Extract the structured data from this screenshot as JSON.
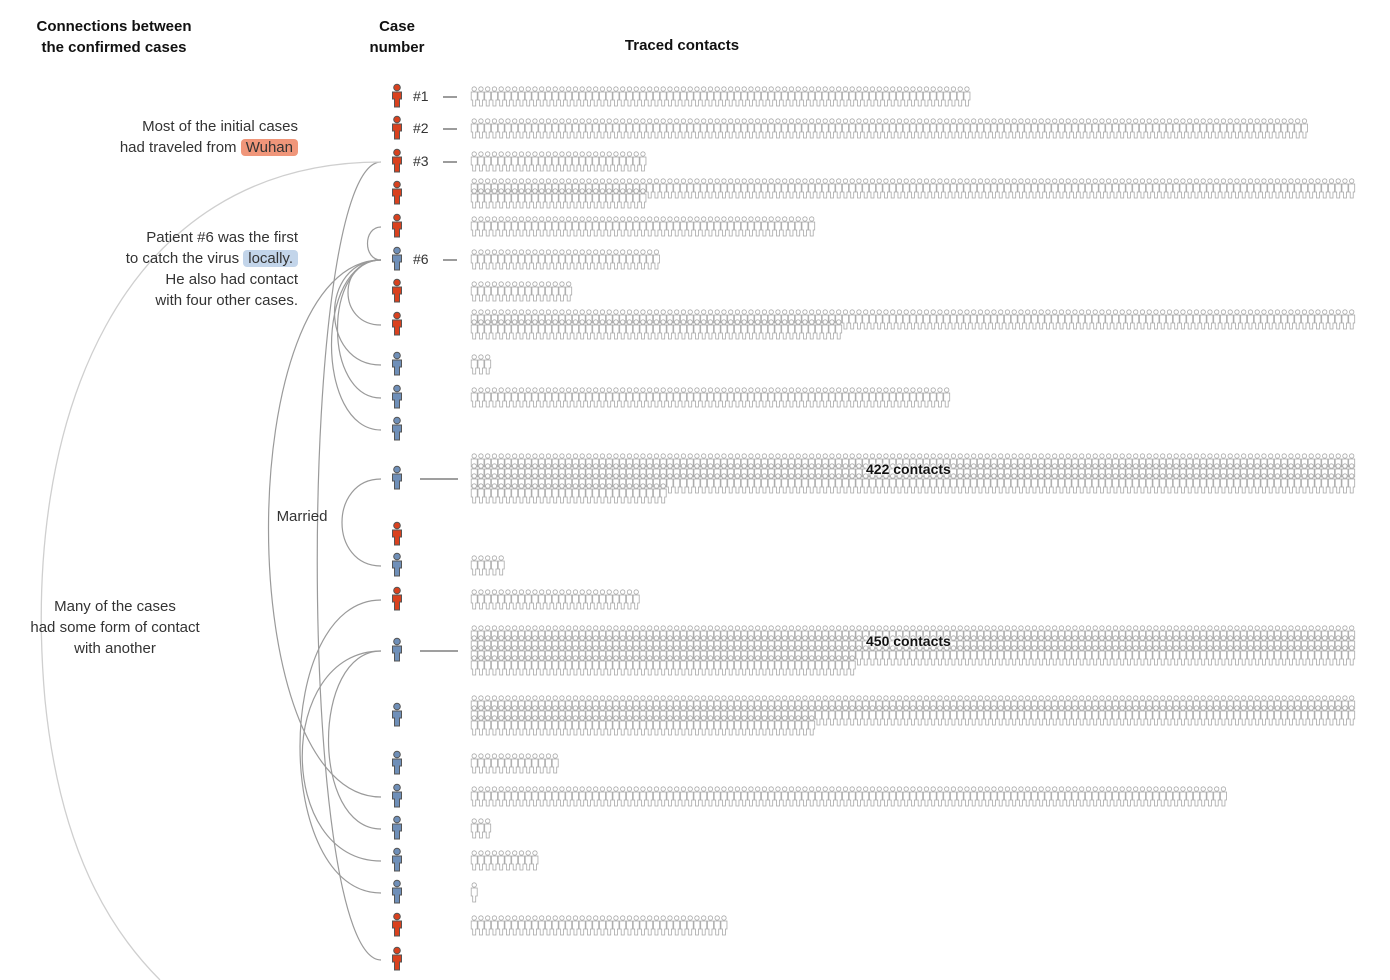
{
  "headers": {
    "connections_line1": "Connections between",
    "connections_line2": "the confirmed cases",
    "case_line1": "Case",
    "case_line2": "number",
    "traced": "Traced contacts"
  },
  "annotations": {
    "initial_line1": "Most of the initial cases",
    "initial_line2": "had traveled from",
    "initial_highlight": "Wuhan",
    "local_line1": "Patient #6 was the first",
    "local_line2": "to catch the virus",
    "local_highlight": "locally.",
    "local_line3": "He also had contact",
    "local_line4": "with four other cases.",
    "married": "Married",
    "many_line1": "Many of the cases",
    "many_line2": "had some form of contact",
    "many_line3": "with another"
  },
  "colors": {
    "imported": "#d9411e",
    "local": "#6f8fb8",
    "contact_outline": "#a8a8a8",
    "line": "#9a9a9a"
  },
  "chart_data": {
    "type": "pictogram",
    "cases": [
      {
        "label": "#1",
        "origin": "imported",
        "contacts": 74
      },
      {
        "label": "#2",
        "origin": "imported",
        "contacts": 124
      },
      {
        "label": "#3",
        "origin": "imported",
        "contacts": 26
      },
      {
        "label": "",
        "origin": "imported",
        "contacts": 157
      },
      {
        "label": "",
        "origin": "imported",
        "contacts": 51
      },
      {
        "label": "#6",
        "origin": "local",
        "contacts": 28
      },
      {
        "label": "",
        "origin": "imported",
        "contacts": 15
      },
      {
        "label": "",
        "origin": "imported",
        "contacts": 186
      },
      {
        "label": "",
        "origin": "local",
        "contacts": 3
      },
      {
        "label": "",
        "origin": "local",
        "contacts": 71
      },
      {
        "label": "",
        "origin": "local",
        "contacts": 0
      },
      {
        "label": "",
        "origin": "local",
        "contacts": 422,
        "callout": "422 contacts"
      },
      {
        "label": "",
        "origin": "imported",
        "contacts": 0
      },
      {
        "label": "",
        "origin": "local",
        "contacts": 5
      },
      {
        "label": "",
        "origin": "imported",
        "contacts": 25
      },
      {
        "label": "",
        "origin": "local",
        "contacts": 450,
        "callout": "450 contacts"
      },
      {
        "label": "",
        "origin": "local",
        "contacts": 313
      },
      {
        "label": "",
        "origin": "local",
        "contacts": 13
      },
      {
        "label": "",
        "origin": "local",
        "contacts": 112
      },
      {
        "label": "",
        "origin": "local",
        "contacts": 3
      },
      {
        "label": "",
        "origin": "local",
        "contacts": 10
      },
      {
        "label": "",
        "origin": "local",
        "contacts": 1
      },
      {
        "label": "",
        "origin": "imported",
        "contacts": 38
      },
      {
        "label": "",
        "origin": "imported",
        "contacts": 0
      }
    ]
  }
}
